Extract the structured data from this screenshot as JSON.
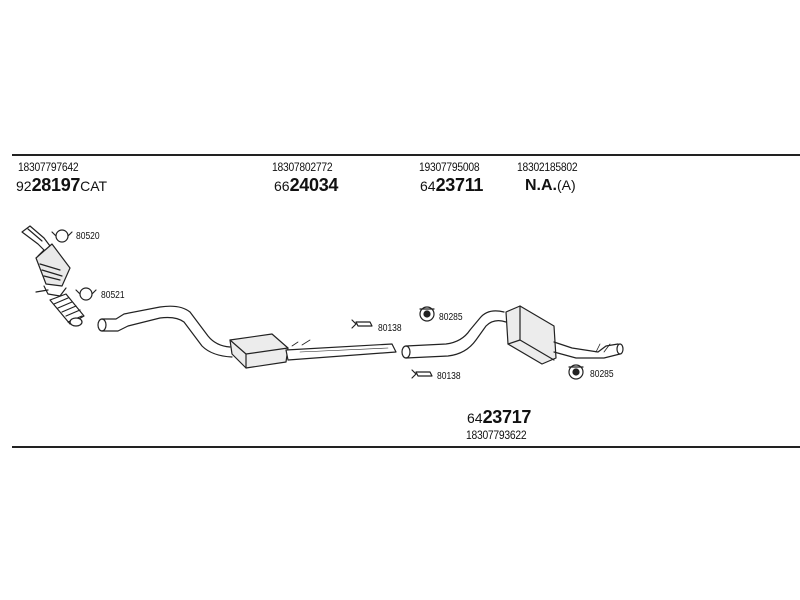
{
  "parts": [
    {
      "part_no": "18307797642",
      "code_prefix": "92",
      "code_main": "28197",
      "code_suffix": "CAT"
    },
    {
      "part_no": "18307802772",
      "code_prefix": "66",
      "code_main": "24034",
      "code_suffix": ""
    },
    {
      "part_no": "19307795008",
      "code_prefix": "64",
      "code_main": "23711",
      "code_suffix": ""
    },
    {
      "part_no": "18302185802",
      "code_main": "N.A.",
      "code_suffix": "(A)"
    }
  ],
  "bottom_part": {
    "part_no": "18307793622",
    "code_prefix": "64",
    "code_main": "23717"
  },
  "fittings": {
    "clamp_a": "80520",
    "clamp_b": "80521",
    "bracket_a": "80138",
    "bracket_b": "80138",
    "hanger_a": "80285",
    "hanger_b": "80285"
  }
}
